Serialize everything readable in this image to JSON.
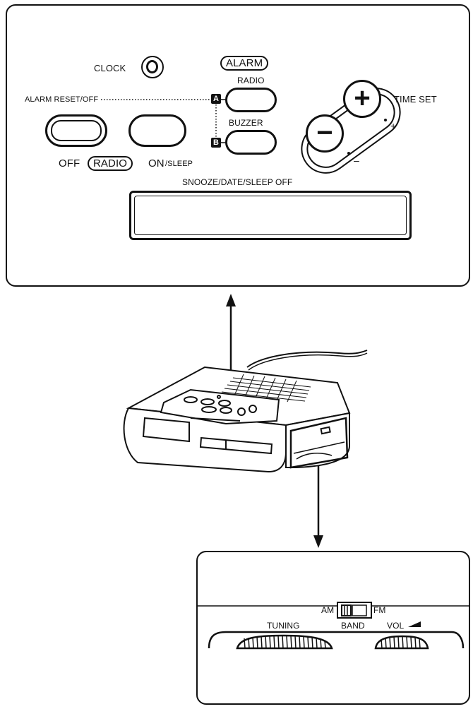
{
  "top_panel": {
    "clock_label": "CLOCK",
    "alarm_header": "ALARM",
    "radio_label": "RADIO",
    "buzzer_label": "BUZZER",
    "alarm_reset_label": "ALARM RESET/OFF",
    "badge_a": "A",
    "badge_b": "B",
    "off_label": "OFF",
    "radio_boxed_label": "RADIO",
    "on_label": "ON",
    "sleep_label": "/SLEEP",
    "time_set_label": "TIME SET",
    "plus_symbol": "+",
    "minus_symbol": "−",
    "plus_small": "+",
    "minus_small": "–",
    "snooze_label": "SNOOZE/DATE/SLEEP OFF"
  },
  "bottom_panel": {
    "am_label": "AM",
    "fm_label": "FM",
    "band_label": "BAND",
    "tuning_label": "TUNING",
    "vol_label": "VOL"
  },
  "icons": [
    "clock-knob-icon",
    "arrow-up-icon",
    "arrow-down-icon",
    "alarm-clock-radio-illustration",
    "band-switch-icon",
    "tuning-dial-icon",
    "volume-dial-icon"
  ]
}
